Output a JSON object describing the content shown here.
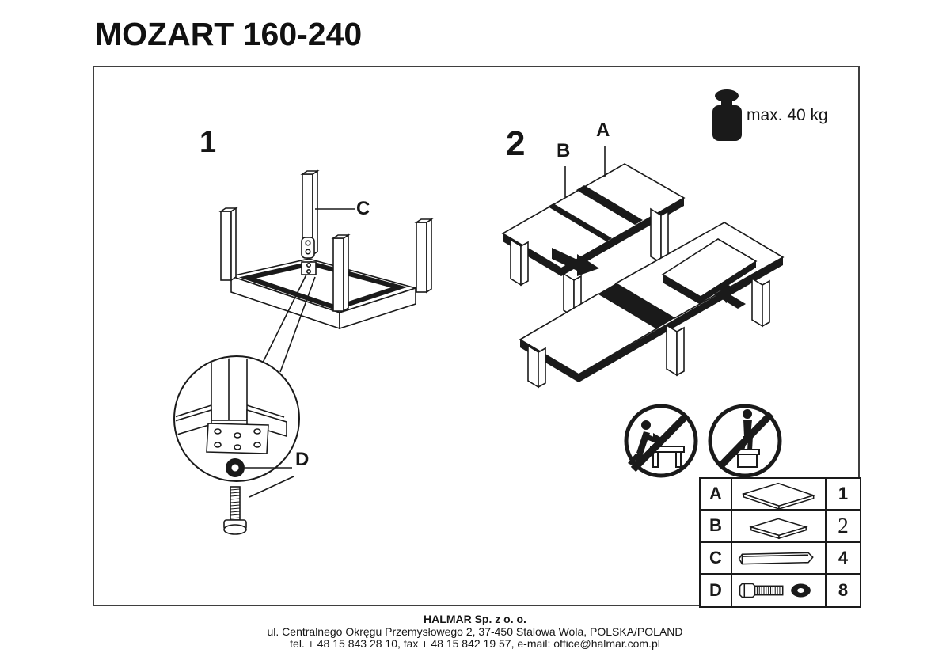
{
  "title": "MOZART 160-240",
  "steps": {
    "step1_label": "1",
    "step2_label": "2"
  },
  "callouts": {
    "a": "A",
    "b": "B",
    "c": "C",
    "d": "D"
  },
  "weight_limit": {
    "label": "max. 40 kg",
    "icon": "weight-icon"
  },
  "warnings": [
    {
      "icon": "no-leaning-on-table-icon"
    },
    {
      "icon": "no-standing-on-table-icon"
    }
  ],
  "parts": {
    "rows": [
      {
        "letter": "A",
        "icon": "tabletop-panel-icon",
        "qty": "1"
      },
      {
        "letter": "B",
        "icon": "extension-leaf-icon",
        "qty": "2"
      },
      {
        "letter": "C",
        "icon": "table-leg-icon",
        "qty": "4"
      },
      {
        "letter": "D",
        "icon": "bolt-washer-icon",
        "qty": "8"
      }
    ]
  },
  "footer": {
    "company": "HALMAR Sp. z o. o.",
    "address": "ul. Centralnego Okręgu Przemysłowego 2, 37-450 Stalowa Wola, POLSKA/POLAND",
    "contact": "tel. + 48 15 843 28 10, fax + 48 15 842 19 57, e-mail: office@halmar.com.pl"
  },
  "colors": {
    "ink": "#1a1a1a",
    "frame_border": "#3f3f3f",
    "background": "#ffffff"
  }
}
